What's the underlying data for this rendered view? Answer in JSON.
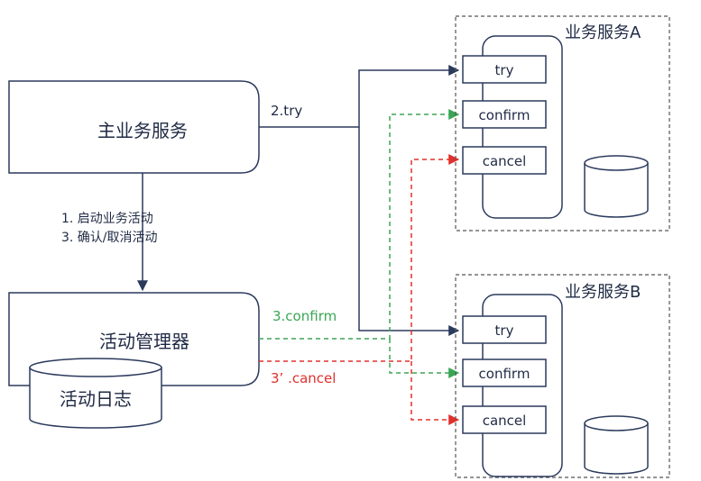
{
  "main_service": {
    "label": "主业务服务"
  },
  "activity_manager": {
    "label": "活动管理器"
  },
  "activity_log": {
    "label": "活动日志"
  },
  "flow_labels": {
    "step_1": "1. 启动业务活动",
    "step_3": "3. 确认/取消活动",
    "try": "2.try",
    "confirm": "3.confirm",
    "cancel": "3’  .cancel"
  },
  "service_a": {
    "title": "业务服务A",
    "try": "try",
    "confirm": "confirm",
    "cancel": "cancel"
  },
  "service_b": {
    "title": "业务服务B",
    "try": "try",
    "confirm": "confirm",
    "cancel": "cancel"
  },
  "colors": {
    "stroke": "#2b3a5c",
    "confirm_green": "#3aa655",
    "cancel_red": "#e0302b",
    "dashed_border": "#555555"
  }
}
